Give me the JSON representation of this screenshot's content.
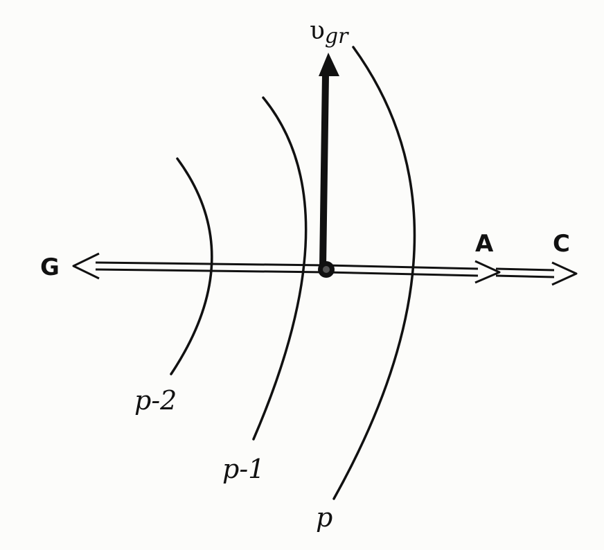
{
  "labels": {
    "velocity": "υ",
    "velocity_subscript": "gr",
    "left_arrow": "G",
    "right_arrow_a": "A",
    "right_arrow_c": "C",
    "front_p_minus_2": "p-2",
    "front_p_minus_1": "p-1",
    "front_p": "p"
  },
  "colors": {
    "ink": "#111111",
    "paper": "#fcfcfa"
  }
}
